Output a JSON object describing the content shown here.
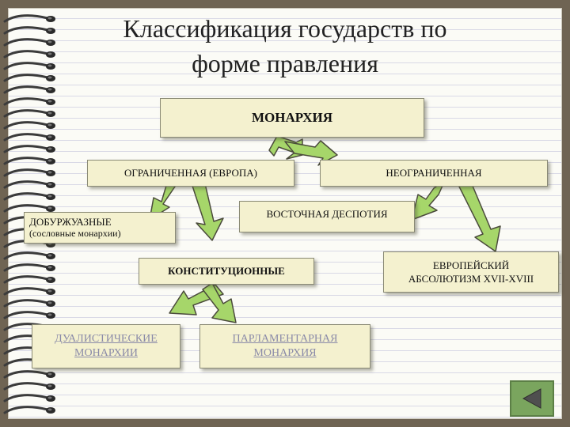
{
  "slide": {
    "title_line1": "Классификация государств по",
    "title_line2": "форме правления"
  },
  "nodes": {
    "monarchy": "МОНАРХИЯ",
    "limited": "ОГРАНИЧЕННАЯ (ЕВРОПА)",
    "unlimited": "НЕОГРАНИЧЕННАЯ",
    "prebourgeois_1": "ДОБУРЖУАЗНЫЕ",
    "prebourgeois_2": "(сословные монархии)",
    "eastern": "ВОСТОЧНАЯ ДЕСПОТИЯ",
    "constitutional": "КОНСТИТУЦИОННЫЕ",
    "european_1": "ЕВРОПЕЙСКИЙ",
    "european_2": "АБСОЛЮТИЗМ XVII-XVIII",
    "dualistic_1": "ДУАЛИСТИЧЕСКИЕ",
    "dualistic_2": "МОНАРХИИ",
    "parliamentary_1": "ПАРЛАМЕНТАРНАЯ",
    "parliamentary_2": "МОНАРХИЯ"
  },
  "colors": {
    "box_fill": "#f4f1cf",
    "arrow_fill": "#a6d66a",
    "nav_button": "#7aa55e"
  },
  "icons": {
    "nav": "back-triangle-icon"
  }
}
